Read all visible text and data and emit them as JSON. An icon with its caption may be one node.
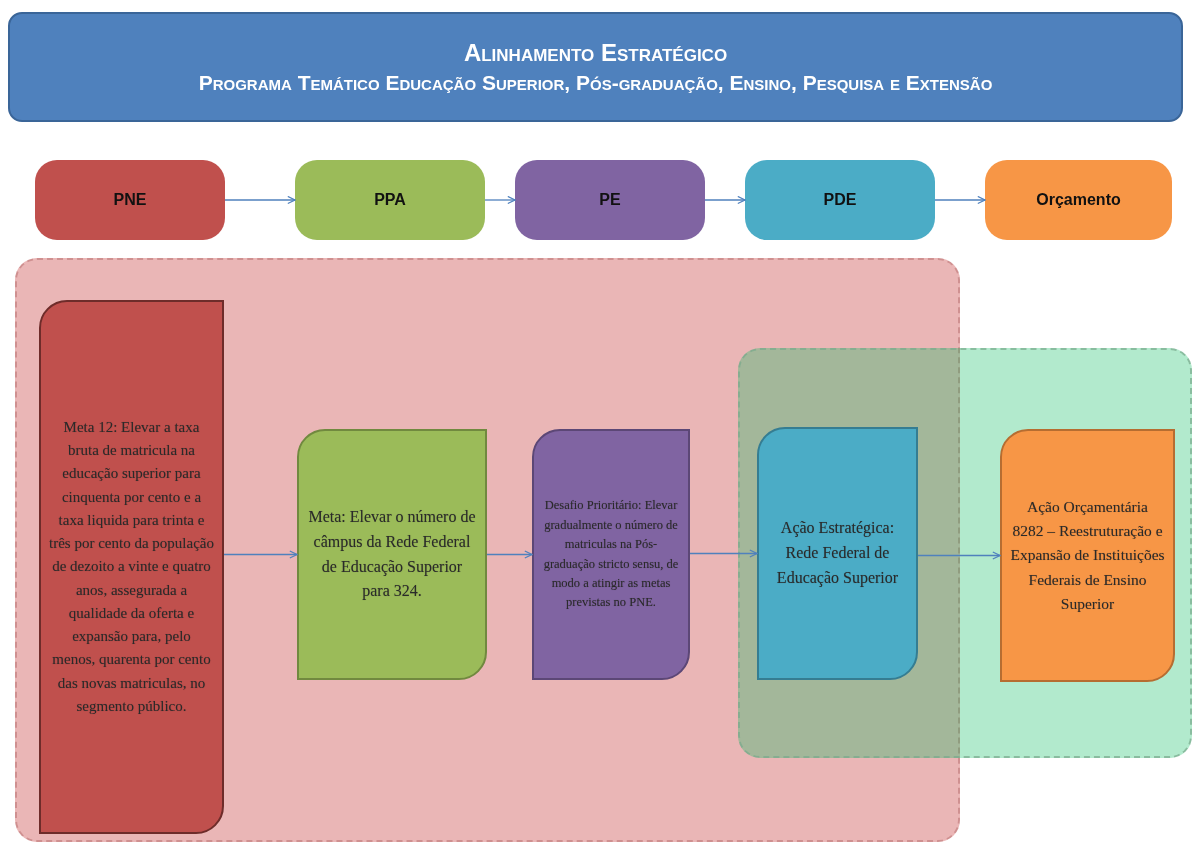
{
  "diagram": {
    "nodes": [
      {
        "text": [
          "Alinhamento Estratégico",
          "Programa Temático Educação Superior, Pós-graduação, Ensino, Pesquisa e Extensão"
        ]
      },
      {
        "text": [
          "PNE"
        ]
      },
      {
        "text": [
          "PPA"
        ]
      },
      {
        "text": [
          "PE"
        ]
      },
      {
        "text": [
          "PDE"
        ]
      },
      {
        "text": [
          "Orçamento"
        ]
      },
      {
        "text": [],
        "shape": "box"
      },
      {
        "text": [],
        "shape": "box"
      },
      {
        "text": [
          "Meta 12: Elevar a taxa bruta de matricula na educação superior para cinquenta por cento e a taxa liquida para trinta e três por cento da população de dezoito a vinte e quatro anos, assegurada a qualidade da oferta e expansão para, pelo menos, quarenta por cento das novas matriculas, no segmento público."
        ],
        "in": 6
      },
      {
        "text": [
          "Meta: Elevar o número de câmpus da Rede Federal de Educação Superior para 324."
        ],
        "in": 6
      },
      {
        "text": [
          "Desafio Prioritário: Elevar gradualmente o número de matriculas na Pós-graduação stricto sensu, de modo a atingir as metas previstas no PNE."
        ],
        "in": 6
      },
      {
        "text": [
          "Ação Estratégica: Rede Federal de Educação Superior"
        ]
      },
      {
        "text": [
          "Ação Orçamentária 8282 – Reestruturação e Expansão de Instituições Federais de Ensino Superior"
        ],
        "in": 7
      }
    ],
    "edges": [
      {
        "from": 1,
        "to": 2,
        "arrow": "to"
      },
      {
        "from": 2,
        "to": 3,
        "arrow": "to"
      },
      {
        "from": 3,
        "to": 4,
        "arrow": "to"
      },
      {
        "from": 4,
        "to": 5,
        "arrow": "to"
      },
      {
        "from": 8,
        "to": 9,
        "arrow": "to"
      },
      {
        "from": 9,
        "to": 10,
        "arrow": "to"
      },
      {
        "from": 10,
        "to": 11,
        "arrow": "to"
      },
      {
        "from": 11,
        "to": 12,
        "arrow": "to"
      }
    ]
  }
}
